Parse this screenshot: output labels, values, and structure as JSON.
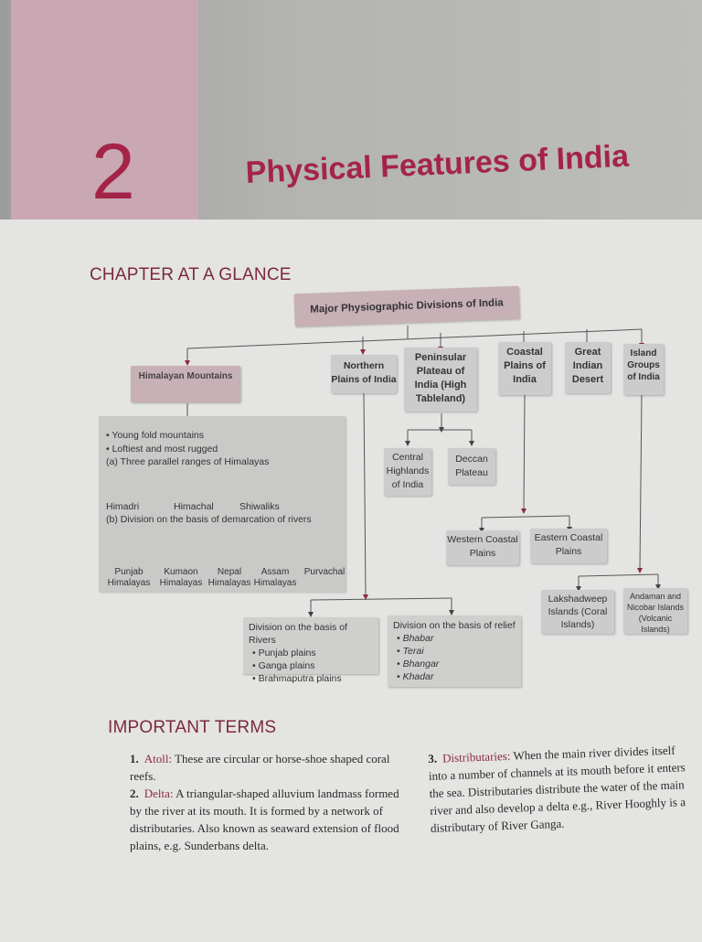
{
  "chapter": {
    "number": "2",
    "title": "Physical Features of India"
  },
  "chart_title": "CHAPTER AT A GLANCE",
  "diagram": {
    "root": "Major Physiographic Divisions of India",
    "divisions": [
      "Himalayan Mountains",
      "Northern Plains of India",
      "Peninsular Plateau of India (High Tableland)",
      "Coastal Plains of India",
      "Great Indian Desert",
      "Island Groups of India"
    ],
    "himalaya": {
      "bullet1": "• Young fold mountains",
      "bullet2": "• Loftiest and most rugged",
      "point_a": "(a) Three parallel ranges of Himalayas",
      "ranges": [
        "Himadri",
        "Himachal",
        "Shiwaliks"
      ],
      "point_b": "(b) Division on the basis of demarcation of rivers",
      "regions": [
        "Punjab Himalayas",
        "Kumaon Himalayas",
        "Nepal Himalayas",
        "Assam Himalayas",
        "Purvachal"
      ]
    },
    "plateau": {
      "central": "Central Highlands of India",
      "deccan": "Deccan Plateau"
    },
    "coastal": {
      "western": "Western Coastal Plains",
      "eastern": "Eastern Coastal Plains"
    },
    "islands": {
      "lakshadweep": "Lakshadweep Islands (Coral Islands)",
      "andaman": "Andaman and Nicobar Islands (Volcanic Islands)"
    },
    "plains": {
      "rivers_title": "Division on the basis of Rivers",
      "rivers": [
        "• Punjab plains",
        "• Ganga plains",
        "• Brahmaputra plains"
      ],
      "relief_title": "Division on the basis of relief",
      "relief": [
        "• Bhabar",
        "• Terai",
        "• Bhangar",
        "• Khadar"
      ]
    }
  },
  "important_terms": {
    "heading": "IMPORTANT TERMS",
    "items": [
      {
        "num": "1.",
        "term": "Atoll:",
        "text": "These are circular or horse-shoe shaped coral reefs."
      },
      {
        "num": "2.",
        "term": "Delta:",
        "text": "A triangular-shaped alluvium landmass formed by the river at its mouth. It is formed by a network of distributaries. Also known as seaward extension of flood plains, e.g. Sunderbans delta."
      },
      {
        "num": "3.",
        "term": "Distributaries:",
        "text": "When the main river divides itself into a number of channels at its mouth before it enters the sea. Distributaries distribute the water of the main river and also develop a delta e.g., River Hooghly is a distributary of River Ganga."
      }
    ]
  },
  "colors": {
    "accent": "#a42448",
    "pink_block": "#c9a8b3",
    "node_grey": "#cdcccc"
  }
}
